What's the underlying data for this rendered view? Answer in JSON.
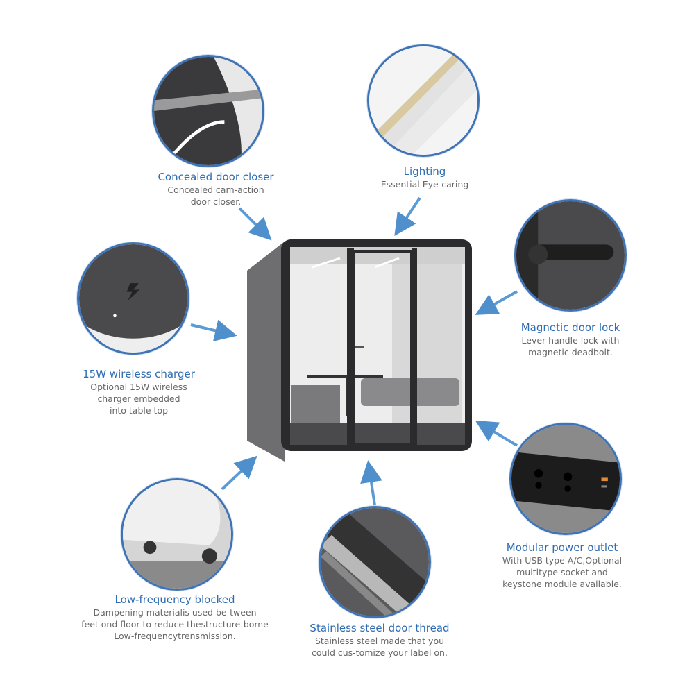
{
  "colors": {
    "accent": "#2f6db2",
    "arrow": "#5b9bd5",
    "ring": "#3f73b5",
    "text": "#666666"
  },
  "features": [
    {
      "title": "Concealed door closer",
      "desc": [
        "Concealed cam-action",
        "door closer."
      ]
    },
    {
      "title": "Lighting",
      "desc": [
        "Essential Eye-caring"
      ]
    },
    {
      "title": "15W wireless charger",
      "desc": [
        "Optional 15W wireless",
        "charger embedded",
        "into table top"
      ]
    },
    {
      "title": "Magnetic door lock",
      "desc": [
        "Lever handle lock with",
        "magnetic deadbolt."
      ]
    },
    {
      "title": "Modular power outlet",
      "desc": [
        "With USB type A/C,Optional",
        "multitype socket and",
        "keystone module available."
      ]
    },
    {
      "title": "Low-frequency blocked",
      "desc": [
        "Dampening materialis used be-tween",
        "feet ond floor to reduce thestructure-borne",
        "Low-frequencytrensmission."
      ]
    },
    {
      "title": "Stainless steel door thread",
      "desc": [
        "Stainless steel made that you",
        "could cus-tomize your label on."
      ]
    }
  ]
}
